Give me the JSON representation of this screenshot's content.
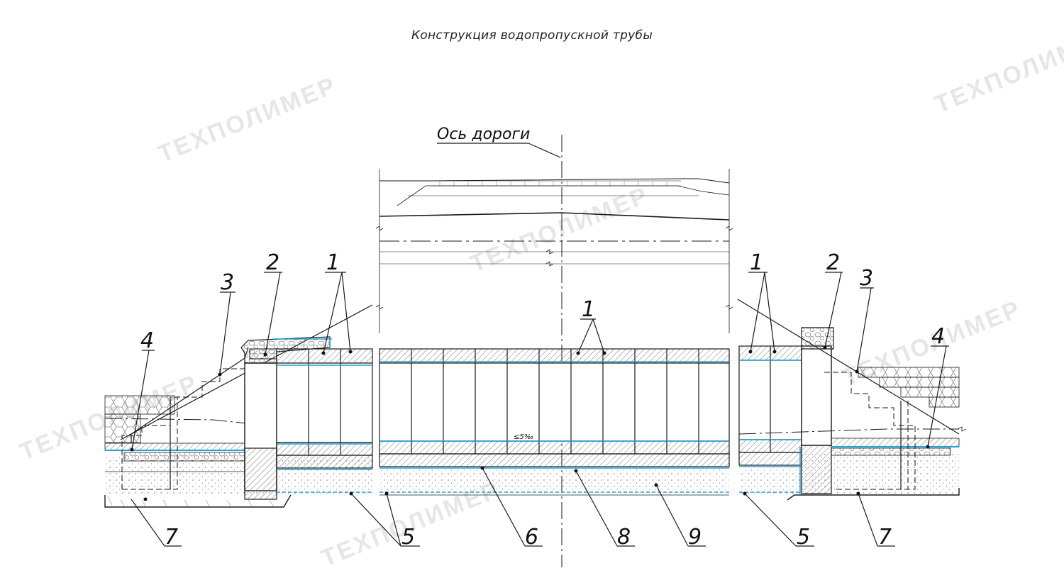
{
  "title": "Конструкция водопропускной трубы",
  "axis_label": "Ось дороги",
  "slope_label": "≤5‰",
  "watermark": "ТЕХПОЛИМЕР",
  "callouts": {
    "left": {
      "n1": "1",
      "n2": "2",
      "n3": "3",
      "n4": "4",
      "n5": "5",
      "n6": "6",
      "n7": "7"
    },
    "center": {
      "n1": "1",
      "n8": "8",
      "n9": "9"
    },
    "right": {
      "n1": "1",
      "n2": "2",
      "n3": "3",
      "n4": "4",
      "n5": "5",
      "n7": "7"
    }
  },
  "colors": {
    "line": "#1a1a1a",
    "blue": "#1fa3d8",
    "hatch": "#555555",
    "watermark": "#e6e6e6"
  }
}
